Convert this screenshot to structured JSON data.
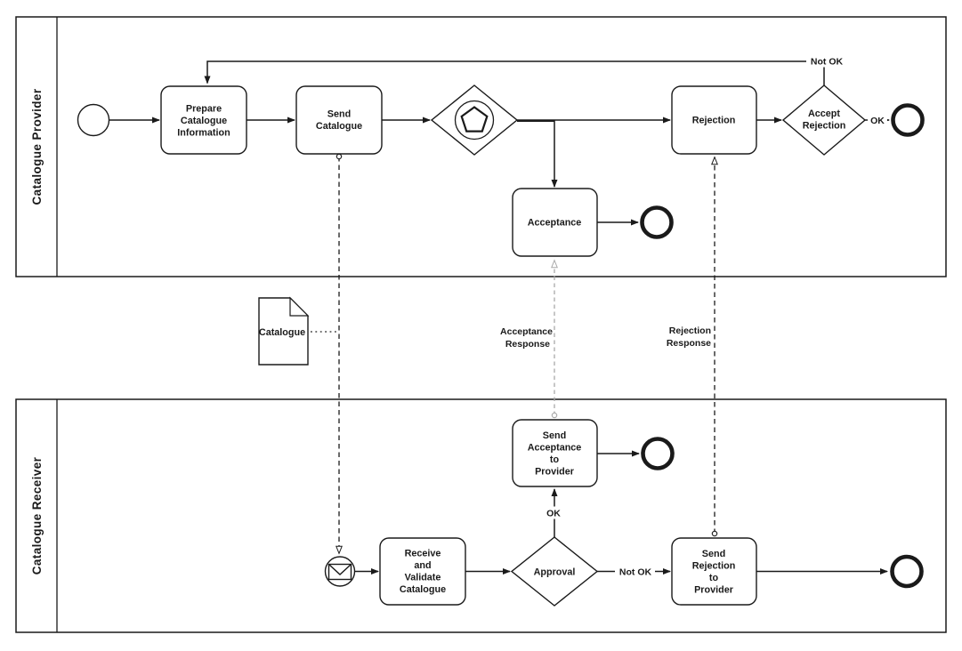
{
  "lanes": {
    "provider": "Catalogue Provider",
    "receiver": "Catalogue Receiver"
  },
  "tasks": {
    "prepare": [
      "Prepare",
      "Catalogue",
      "Information"
    ],
    "send_catalogue": [
      "Send",
      "Catalogue"
    ],
    "rejection": [
      "Rejection"
    ],
    "acceptance": [
      "Acceptance"
    ],
    "send_acceptance": [
      "Send",
      "Acceptance",
      "to",
      "Provider"
    ],
    "receive_validate": [
      "Receive",
      "and",
      "Validate",
      "Catalogue"
    ],
    "send_rejection": [
      "Send",
      "Rejection",
      "to",
      "Provider"
    ]
  },
  "gateways": {
    "accept_rejection": [
      "Accept",
      "Rejection"
    ],
    "approval": "Approval"
  },
  "flow_labels": {
    "not_ok_top": "Not OK",
    "ok_top": "OK",
    "ok_bottom": "OK",
    "not_ok_bottom": "Not OK"
  },
  "artifacts": {
    "catalogue_doc": "Catalogue"
  },
  "message_labels": {
    "acceptance_response": [
      "Acceptance",
      "Response"
    ],
    "rejection_response": [
      "Rejection",
      "Response"
    ]
  },
  "colors": {
    "stroke": "#1a1a1a",
    "message_gray": "#a9a9a9",
    "background": "#ffffff"
  }
}
